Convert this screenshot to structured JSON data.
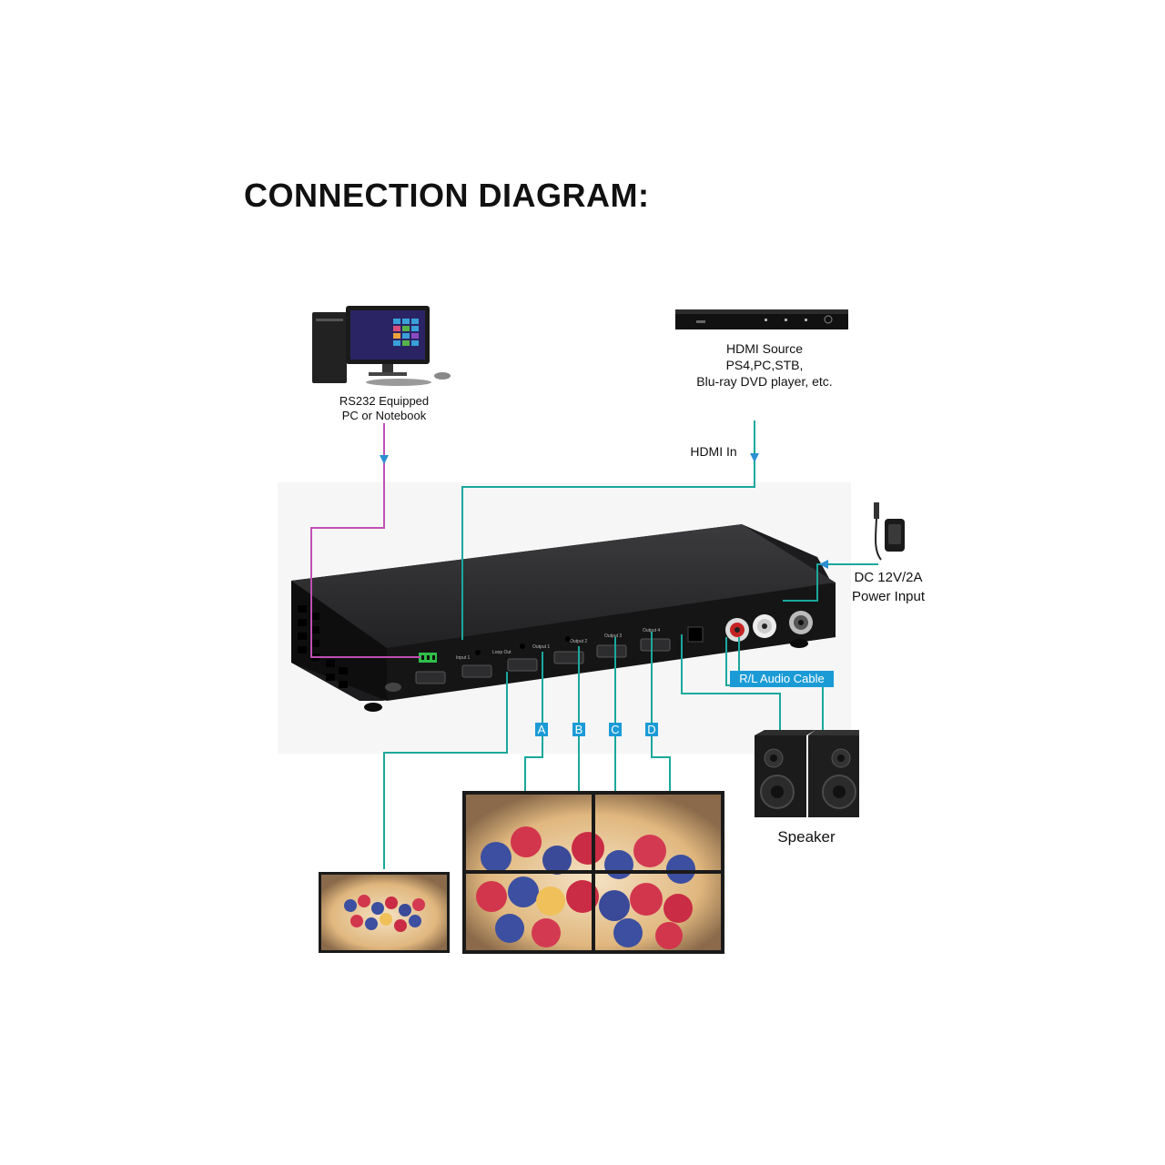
{
  "title": "CONNECTION DIAGRAM:",
  "pc": {
    "line1": "RS232 Equipped",
    "line2": "PC or Notebook"
  },
  "source": {
    "line1": "HDMI Source",
    "line2": "PS4,PC,STB,",
    "line3": "Blu-ray DVD player, etc."
  },
  "hdmi_in_label": "HDMI In",
  "power": {
    "line1": "DC 12V/2A",
    "line2": "Power Input"
  },
  "audio_tag": "R/L Audio Cable",
  "outputs": [
    "A",
    "B",
    "C",
    "D"
  ],
  "speaker_label": "Speaker",
  "device_ports": [
    "Input 1",
    "Loop Out",
    "Output 1",
    "Output 2",
    "Output 3",
    "Output 4"
  ],
  "colors": {
    "teal": "#1aa89c",
    "magenta": "#c04fb4",
    "arrow": "#2b8fd0",
    "tag": "#1b9bd6",
    "device": "#1c1c1e"
  }
}
